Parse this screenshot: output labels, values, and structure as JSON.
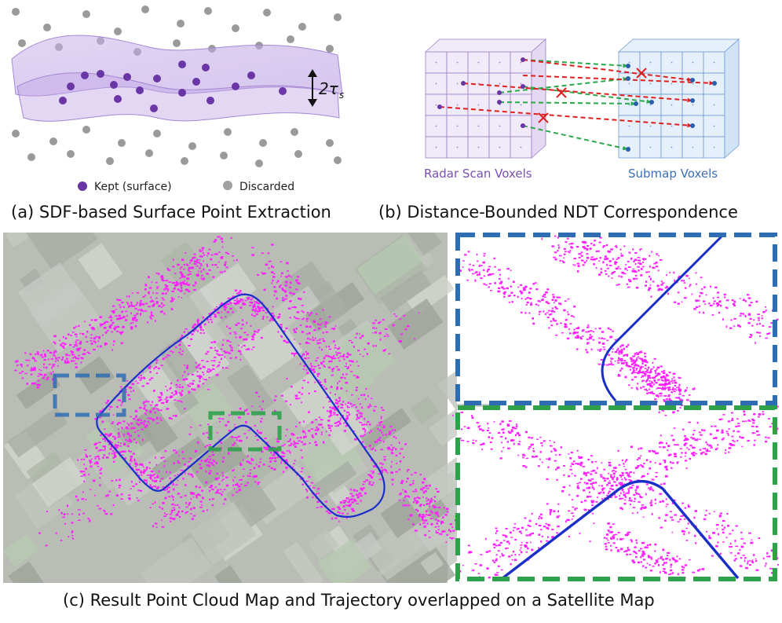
{
  "panel_a": {
    "tau_label": "2τ",
    "tau_sub": "s",
    "legend": [
      {
        "label": "Kept (surface)",
        "color": "#6a35a5"
      },
      {
        "label": "Discarded",
        "color": "#a0a0a0"
      }
    ],
    "caption": "(a) SDF-based Surface Point Extraction"
  },
  "panel_b": {
    "left_label": "Radar Scan Voxels",
    "right_label": "Submap Voxels",
    "left_color": "#7a4fb0",
    "right_color": "#3a6fb8",
    "caption": "(b) Distance-Bounded NDT Correspondence"
  },
  "panel_c": {
    "caption": "(c) Result Point Cloud Map and Trajectory overlapped on a Satellite Map",
    "point_color": "#ff1fff",
    "trajectory_color": "#1a2fc8",
    "zoom_frames": [
      {
        "name": "blue",
        "color": "#2f6db3"
      },
      {
        "name": "green",
        "color": "#2ea24a"
      }
    ]
  }
}
